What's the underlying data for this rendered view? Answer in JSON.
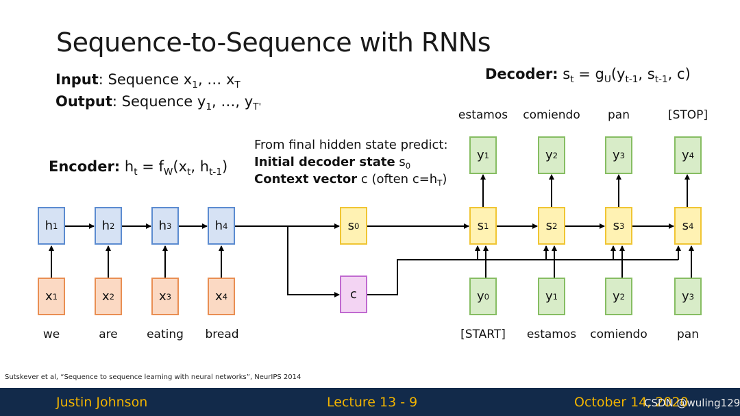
{
  "title": "Sequence-to-Sequence with RNNs",
  "input_line": {
    "label": "Input",
    "text_a": ": Sequence x",
    "sub_a": "1",
    "text_b": ", … x",
    "sub_b": "T"
  },
  "output_line": {
    "label": "Output",
    "text_a": ": Sequence y",
    "sub_a": "1",
    "text_b": ", …, y",
    "sub_b": "T'"
  },
  "encoder_eq": {
    "label": "Encoder:",
    "t1": " h",
    "s1": "t",
    "t2": " = f",
    "s2": "W",
    "t3": "(x",
    "s3": "t",
    "t4": ", h",
    "s4": "t-1",
    "t5": ")"
  },
  "decoder_eq": {
    "label": "Decoder:",
    "t1": " s",
    "s1": "t",
    "t2": " = g",
    "s2": "U",
    "t3": "(y",
    "s3": "t-1",
    "t4": ", s",
    "s4": "t-1",
    "t5": ", c)"
  },
  "note": {
    "line1": "From final hidden state predict:",
    "line2_bold": "Initial decoder state",
    "line2_t": " s",
    "line2_sub": "0",
    "line3_bold": "Context vector",
    "line3_t": " c (often c=h",
    "line3_sub": "T",
    "line3_end": ")"
  },
  "encoder": {
    "hidden": [
      {
        "v": "h",
        "s": "1"
      },
      {
        "v": "h",
        "s": "2"
      },
      {
        "v": "h",
        "s": "3"
      },
      {
        "v": "h",
        "s": "4"
      }
    ],
    "inputs": [
      {
        "v": "x",
        "s": "1"
      },
      {
        "v": "x",
        "s": "2"
      },
      {
        "v": "x",
        "s": "3"
      },
      {
        "v": "x",
        "s": "4"
      }
    ],
    "words": [
      "we",
      "are",
      "eating",
      "bread"
    ]
  },
  "s0": {
    "v": "s",
    "s": "0"
  },
  "context": {
    "v": "c"
  },
  "decoder": {
    "states": [
      {
        "v": "s",
        "s": "1"
      },
      {
        "v": "s",
        "s": "2"
      },
      {
        "v": "s",
        "s": "3"
      },
      {
        "v": "s",
        "s": "4"
      }
    ],
    "outputs": [
      {
        "v": "y",
        "s": "1"
      },
      {
        "v": "y",
        "s": "2"
      },
      {
        "v": "y",
        "s": "3"
      },
      {
        "v": "y",
        "s": "4"
      }
    ],
    "inputs": [
      {
        "v": "y",
        "s": "0"
      },
      {
        "v": "y",
        "s": "1"
      },
      {
        "v": "y",
        "s": "2"
      },
      {
        "v": "y",
        "s": "3"
      }
    ],
    "output_words": [
      "estamos",
      "comiendo",
      "pan",
      "[STOP]"
    ],
    "input_words": [
      "[START]",
      "estamos",
      "comiendo",
      "pan"
    ]
  },
  "citation": "Sutskever et al, “Sequence to sequence learning with neural networks”, NeurIPS 2014",
  "footer": {
    "left": "Justin Johnson",
    "center": "Lecture 13 - 9",
    "right": "October 14, 2020"
  },
  "watermark": "CSDN @wuling129",
  "colors": {
    "hidden": "#d6e2f4",
    "input": "#fbd9c3",
    "state": "#fff2b3",
    "output": "#d8ecc8",
    "context": "#f3d4f3",
    "footer": "#122a4a",
    "footer_text": "#f2b400"
  }
}
